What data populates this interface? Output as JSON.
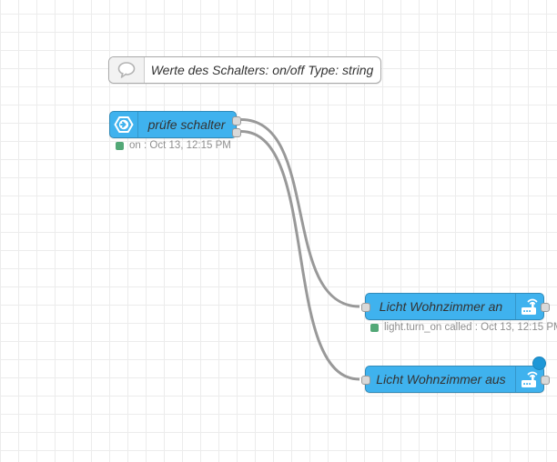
{
  "app": {
    "name": "Node-RED flow editor canvas"
  },
  "canvas": {
    "background": "#ffffff",
    "grid_line_color": "#ececec"
  },
  "wires": {
    "color": "#999999"
  },
  "comment": {
    "label": "Werte des Schalters: on/off Type: string",
    "icon": "speech-bubble-icon"
  },
  "nodes": {
    "check_switch": {
      "label": "prüfe schalter",
      "color": "#3fb2ee",
      "icon": "hexagon-arrow-icon",
      "outputs": 2,
      "status": {
        "dot_color": "#53a877",
        "text": "on : Oct 13, 12:15 PM"
      }
    },
    "light_on": {
      "label": "Licht Wohnzimmer an",
      "color": "#3fb2ee",
      "icon": "router-wifi-icon",
      "status": {
        "dot_color": "#53a877",
        "text": "light.turn_on called : Oct 13, 12:15 PM"
      }
    },
    "light_off": {
      "label": "Licht Wohnzimmer aus",
      "color": "#3fb2ee",
      "icon": "router-wifi-icon",
      "badge_color": "#1e97d7"
    }
  }
}
